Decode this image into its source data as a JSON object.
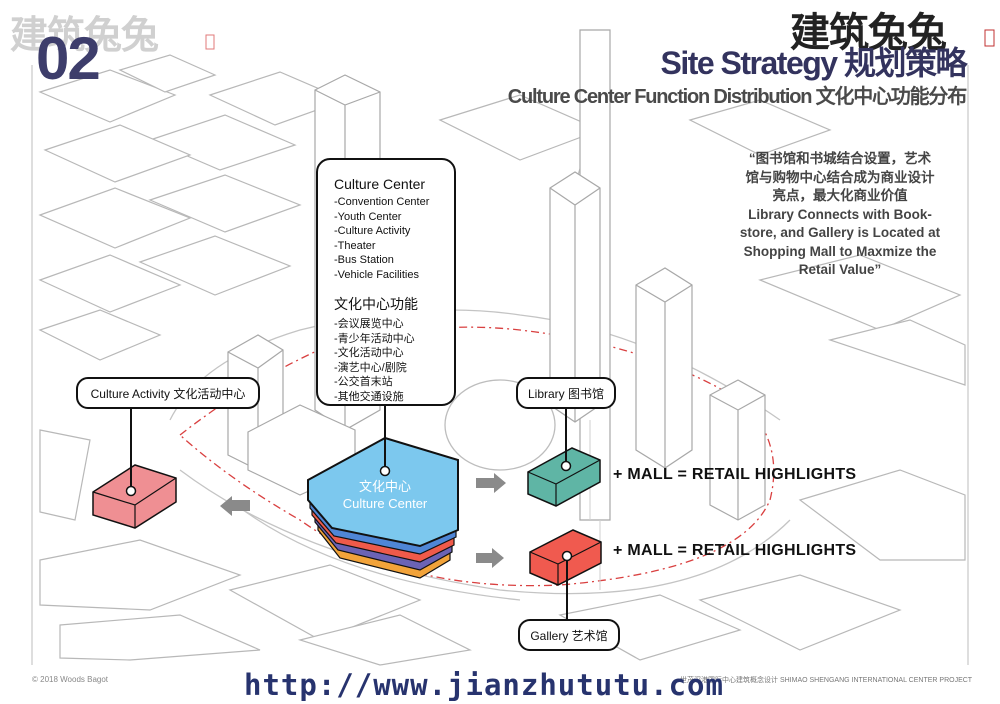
{
  "watermark": {
    "left_logo": "建筑兔兔",
    "right_logo": "建筑兔兔",
    "url": "http://www.jianzhututu.com"
  },
  "header": {
    "page_number": "02",
    "title_en": "Site Strategy",
    "title_cn": "规划策略",
    "subtitle_en": "Culture Center Function Distribution",
    "subtitle_cn": "文化中心功能分布"
  },
  "culture_panel": {
    "heading_en": "Culture Center",
    "items_en": [
      "-Convention Center",
      "-Youth Center",
      "-Culture Activity",
      "-Theater",
      "-Bus Station",
      "-Vehicle Facilities"
    ],
    "heading_cn": "文化中心功能",
    "items_cn": [
      "-会议展览中心",
      "-青少年活动中心",
      "-文化活动中心",
      "-演艺中心/剧院",
      "-公交首末站",
      "-其他交通设施"
    ]
  },
  "quote": {
    "cn_line1": "“图书馆和书城结合设置，艺术",
    "cn_line2": "馆与购物中心结合成为商业设计",
    "cn_line3": "亮点，最大化商业价值",
    "en_line1": "Library Connects with Book-",
    "en_line2": "store, and Gallery is Located at",
    "en_line3": "Shopping Mall to Maxmize the",
    "en_line4": "Retail Value”"
  },
  "labels": {
    "culture_activity": "Culture Activity 文化活动中心",
    "library": "Library 图书馆",
    "gallery": "Gallery 艺术馆",
    "center_cn": "文化中心",
    "center_en": "Culture Center",
    "retail_1": "+ MALL = RETAIL HIGHLIGHTS",
    "retail_2": "+ MALL = RETAIL HIGHLIGHTS"
  },
  "footer": {
    "copyright": "© 2018 Woods Bagot",
    "project": "世茂深港国际中心建筑概念设计 SHIMAO SHENGANG INTERNATIONAL CENTER PROJECT"
  },
  "colors": {
    "culture_center_blue": "#7cc8ee",
    "library_teal": "#5fb5a5",
    "gallery_red": "#f05a4f",
    "activity_pink": "#ef8f93",
    "arrow_gray": "#8a8a8a"
  }
}
